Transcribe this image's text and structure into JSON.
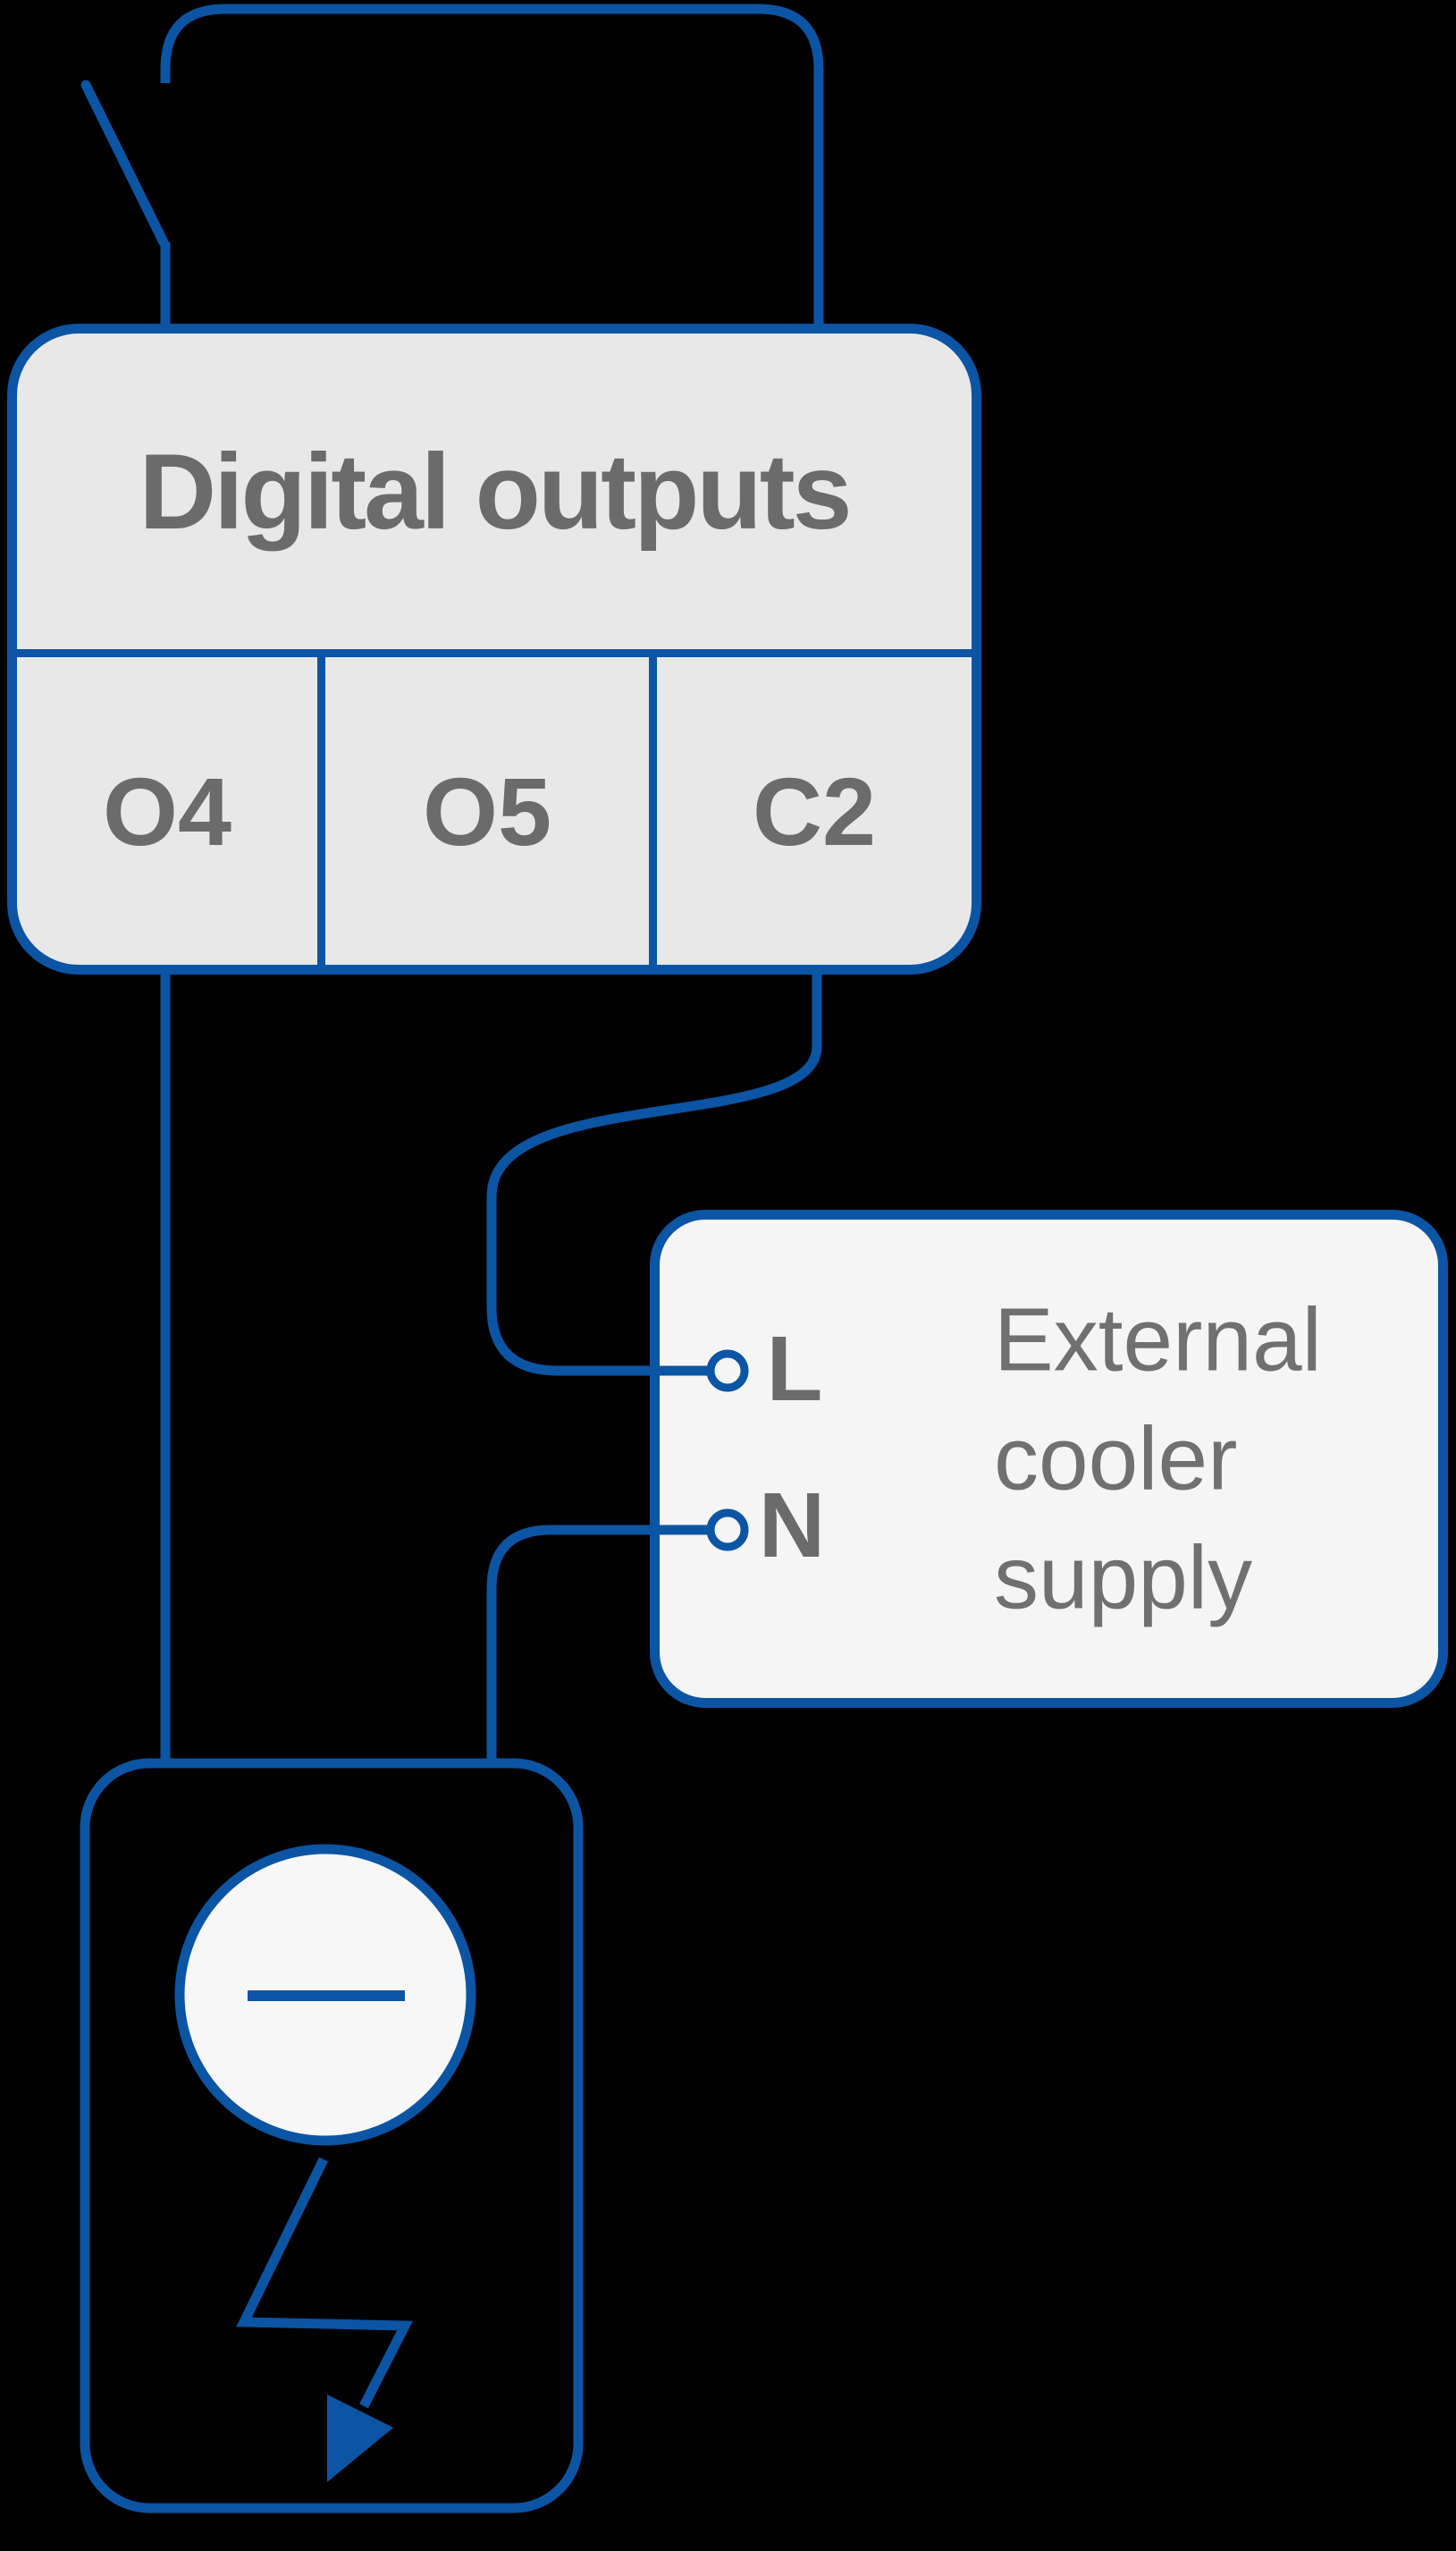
{
  "colors": {
    "background": "#000000",
    "wire_blue": "#0b55a4",
    "outputs_box_fill": "#e8e8e8",
    "supply_box_fill": "#f5f5f5",
    "lamp_fill": "#f7f7f7",
    "label_gray": "#6b6b6b",
    "supply_text_gray": "#707070"
  },
  "digital_outputs": {
    "title": "Digital outputs",
    "terminals": [
      {
        "label": "O4"
      },
      {
        "label": "O5"
      },
      {
        "label": "C2"
      }
    ]
  },
  "external_supply": {
    "line1": "External",
    "line2": "cooler",
    "line3": "supply",
    "terminal_l": "L",
    "terminal_n": "N"
  }
}
